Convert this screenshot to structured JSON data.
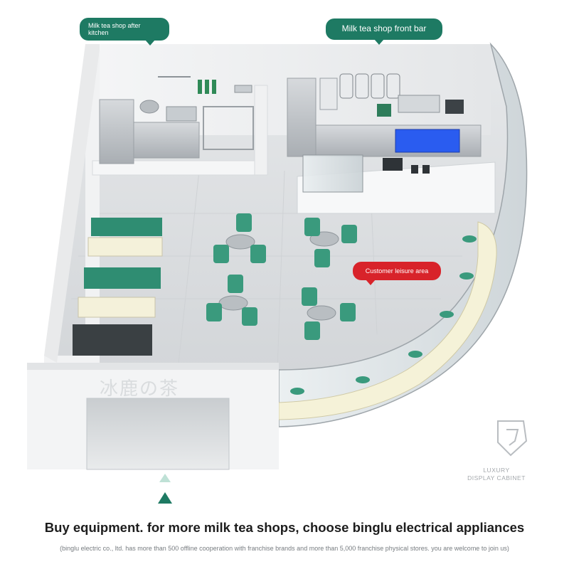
{
  "callouts": {
    "kitchen": "Milk tea shop after kitchen",
    "front_bar": "Milk tea shop front bar",
    "leisure": "Customer leisure area"
  },
  "shop_sign": "冰鹿の茶",
  "watermark": {
    "line1": "LUXURY",
    "line2": "DISPLAY CABINET"
  },
  "headline": "Buy equipment. for more milk tea shops, choose binglu electrical appliances",
  "subline": "(binglu electric co., ltd. has more than 500 offline cooperation with franchise brands and more than 5,000 franchise physical stores. you are welcome to join us)",
  "colors": {
    "brand_green": "#1e7a63",
    "callout_red": "#d8232a",
    "chair_green": "#3a9a7d",
    "fridge_blue": "#2a5cf0"
  }
}
